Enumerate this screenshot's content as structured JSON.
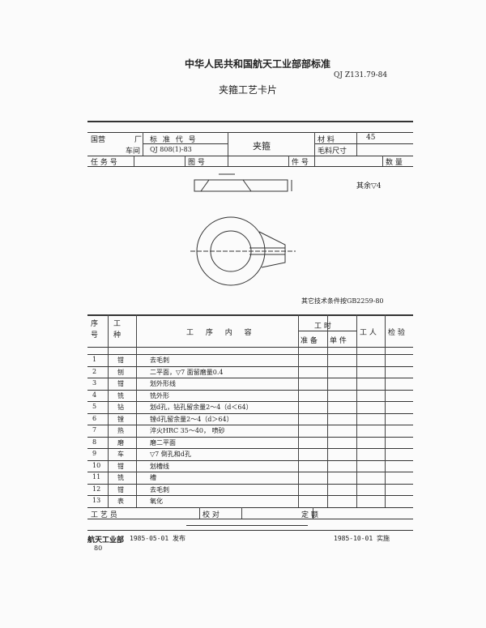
{
  "header": {
    "org_standard": "中华人民共和国航天工业部部标准",
    "code": "QJ Z131.79-84",
    "title": "夹箍工艺卡片"
  },
  "info": {
    "factory_label": "国营",
    "factory_suffix": "厂",
    "workshop_label": "车间",
    "std_code_label": "标 准 代 号",
    "std_code": "QJ 808(1)-83",
    "part_name": "夹箍",
    "material_label": "材 料",
    "material": "45",
    "blank_size_label": "毛料尺寸",
    "task_no_label": "任 务 号",
    "drawing_no_label": "图 号",
    "part_no_label": "件 号",
    "quantity_label": "数 量"
  },
  "drawing": {
    "surface_note": "其余▽4",
    "tech_note": "其它技术条件按GB2259-80"
  },
  "table": {
    "headers": {
      "seq": "序号",
      "work": "工种",
      "content": "工 序 内 容",
      "hours": "工 时",
      "prep": "准 备",
      "unit": "单 件",
      "worker": "工 人",
      "inspect": "检 验"
    },
    "rows": [
      {
        "no": "1",
        "work": "钳",
        "content": "去毛刺"
      },
      {
        "no": "2",
        "work": "刨",
        "content": "二平面，▽7 面留磨量0.4"
      },
      {
        "no": "3",
        "work": "钳",
        "content": "划外形线"
      },
      {
        "no": "4",
        "work": "铣",
        "content": "铣外形"
      },
      {
        "no": "5",
        "work": "钻",
        "content": "划d孔，钻孔留余量2～4（d＜64）"
      },
      {
        "no": "6",
        "work": "镗",
        "content": "镗d孔留余量2～4（d＞64）"
      },
      {
        "no": "7",
        "work": "热",
        "content": "淬火HRC 35～40， 喷砂"
      },
      {
        "no": "8",
        "work": "磨",
        "content": "磨二平面"
      },
      {
        "no": "9",
        "work": "车",
        "content": "▽7 倒孔和d孔"
      },
      {
        "no": "10",
        "work": "钳",
        "content": "划槽线"
      },
      {
        "no": "11",
        "work": "铣",
        "content": "槽"
      },
      {
        "no": "12",
        "work": "钳",
        "content": "去毛刺"
      },
      {
        "no": "13",
        "work": "表",
        "content": "氧化"
      }
    ],
    "footer": {
      "process": "工 艺 员",
      "check": "校 对",
      "approve": "定 额"
    }
  },
  "bottom": {
    "issuer": "航天工业部",
    "issued": "1985-05-01 发布",
    "effective": "1985-10-01 实施",
    "page": "80"
  }
}
